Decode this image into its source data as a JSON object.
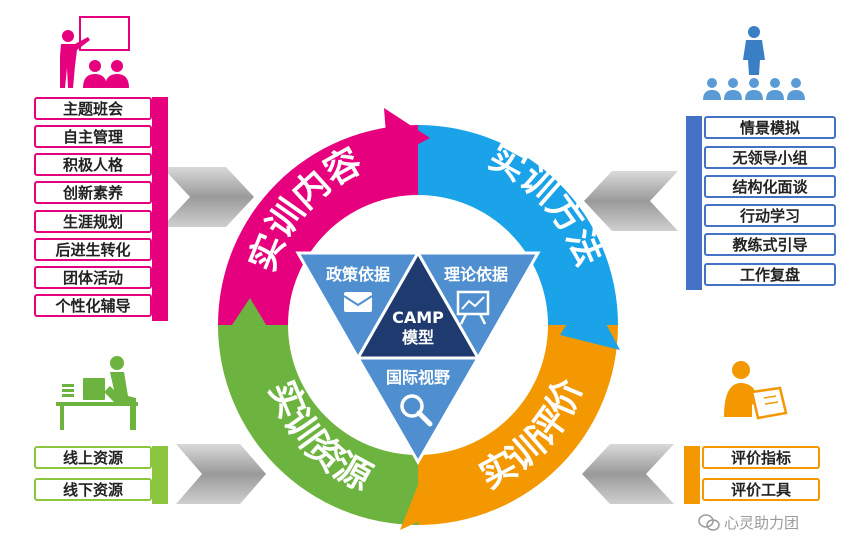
{
  "segments": {
    "content": "实训内容",
    "method": "实训方法",
    "evaluation": "实训评价",
    "resources": "实训资源"
  },
  "triangle": {
    "policy": "政策依据",
    "theory": "理论依据",
    "global": "国际视野",
    "center_line1": "CAMP",
    "center_line2": "模型"
  },
  "lists": {
    "content": [
      "主题班会",
      "自主管理",
      "积极人格",
      "创新素养",
      "生涯规划",
      "后进生转化",
      "团体活动",
      "个性化辅导"
    ],
    "method": [
      "情景模拟",
      "无领导小组",
      "结构化面谈",
      "行动学习",
      "教练式引导",
      "工作复盘"
    ],
    "resources": [
      "线上资源",
      "线下资源"
    ],
    "evaluation": [
      "评价指标",
      "评价工具"
    ]
  },
  "watermark": "心灵助力团",
  "colors": {
    "magenta": "#e6007e",
    "blue": "#1aa3e8",
    "orange": "#f39800",
    "green": "#6cb33f",
    "triangle_light": "#4f8fcf",
    "triangle_dark": "#1f3a6e",
    "arrow_gray": "#a6a6a6",
    "list_blue": "#4472c4",
    "list_green": "#8cc63f"
  },
  "icons": {
    "content": "teacher-at-board-icon",
    "method": "group-leader-icon",
    "resources": "person-at-computer-icon",
    "evaluation": "person-writing-icon",
    "policy": "envelope-icon",
    "theory": "presentation-board-icon",
    "global": "magnifier-icon"
  }
}
